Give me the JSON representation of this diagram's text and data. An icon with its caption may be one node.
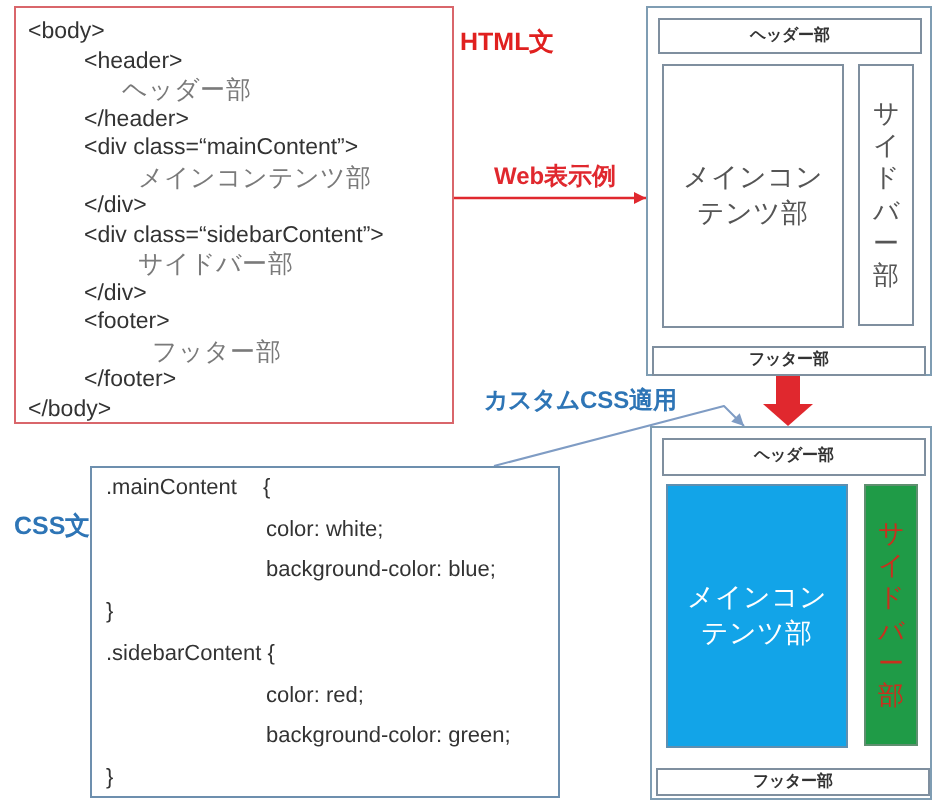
{
  "diagram": {
    "nodes": [
      {
        "text": [
          "<body>",
          "<header>",
          "ヘッダー部",
          "</header>",
          "<div class=“mainContent”>",
          "メインコンテンツ部",
          "</div>",
          "<div class=“sidebarContent”>",
          "サイドバー部",
          "</div>",
          "<footer>",
          "フッター部",
          "</footer>",
          "</body>"
        ],
        "beside": [
          "HTML文"
        ]
      },
      {
        "text": [],
        "shape": "box"
      },
      {
        "text": [
          "ヘッダー部"
        ],
        "in": 1
      },
      {
        "text": [
          "メインコンテンツ部"
        ],
        "in": 1
      },
      {
        "text": [
          "サイドバー部"
        ],
        "in": 1
      },
      {
        "text": [
          "フッター部"
        ],
        "in": 1
      },
      {
        "text": [
          ".mainContent {",
          "color: white;",
          "background-color: blue;",
          "}",
          ".sidebarContent {",
          "color: red;",
          "background-color: green;",
          "}"
        ],
        "beside": [
          "CSS文"
        ]
      },
      {
        "text": [],
        "shape": "box"
      },
      {
        "text": [
          "ヘッダー部"
        ],
        "in": 7
      },
      {
        "text": [
          "メインコンテンツ部"
        ],
        "in": 7
      },
      {
        "text": [
          "サイドバー部"
        ],
        "in": 7
      },
      {
        "text": [
          "フッター部"
        ],
        "in": 7
      }
    ],
    "edges": [
      {
        "from": 0,
        "to": 1,
        "arrow": "to",
        "label": "Web表示例"
      },
      {
        "from": 1,
        "to": 7,
        "arrow": "to",
        "style": "thick"
      },
      {
        "from": 6,
        "to": 7,
        "arrow": "to",
        "label": "カスタムCSS適用",
        "color": "#7f9cc4"
      }
    ]
  }
}
